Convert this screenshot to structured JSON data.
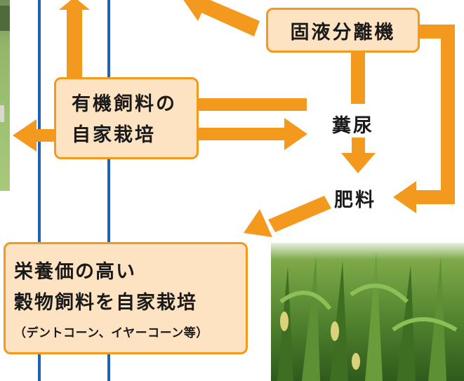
{
  "colors": {
    "arrow": "#f39a1e",
    "box_fill": "#fde3c1",
    "box_border": "#f39a1e",
    "divider": "#1f63b8"
  },
  "boxes": {
    "separator": "固液分離機",
    "feed_cultivation": [
      "有機飼料の",
      "自家栽培"
    ],
    "grain_cultivation": {
      "lines": [
        "栄養価の高い",
        "穀物飼料を自家栽培"
      ],
      "note": "（デントコーン、イヤーコーン等）"
    }
  },
  "labels": {
    "manure": "糞尿",
    "fertilizer": "肥料"
  },
  "photos": {
    "left": "pasture-photo",
    "right": "corn-field-photo"
  }
}
